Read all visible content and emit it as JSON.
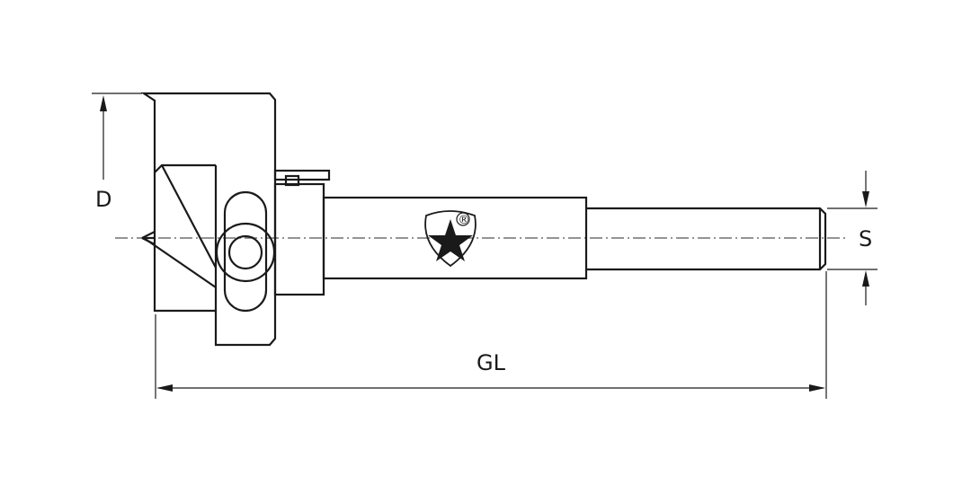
{
  "labels": {
    "diameter": "D",
    "shank": "S",
    "overall_length": "GL"
  },
  "logo": {
    "mark": "®",
    "icon": "star-shield-icon"
  },
  "colors": {
    "line": "#1a1a1a",
    "background": "#ffffff"
  }
}
